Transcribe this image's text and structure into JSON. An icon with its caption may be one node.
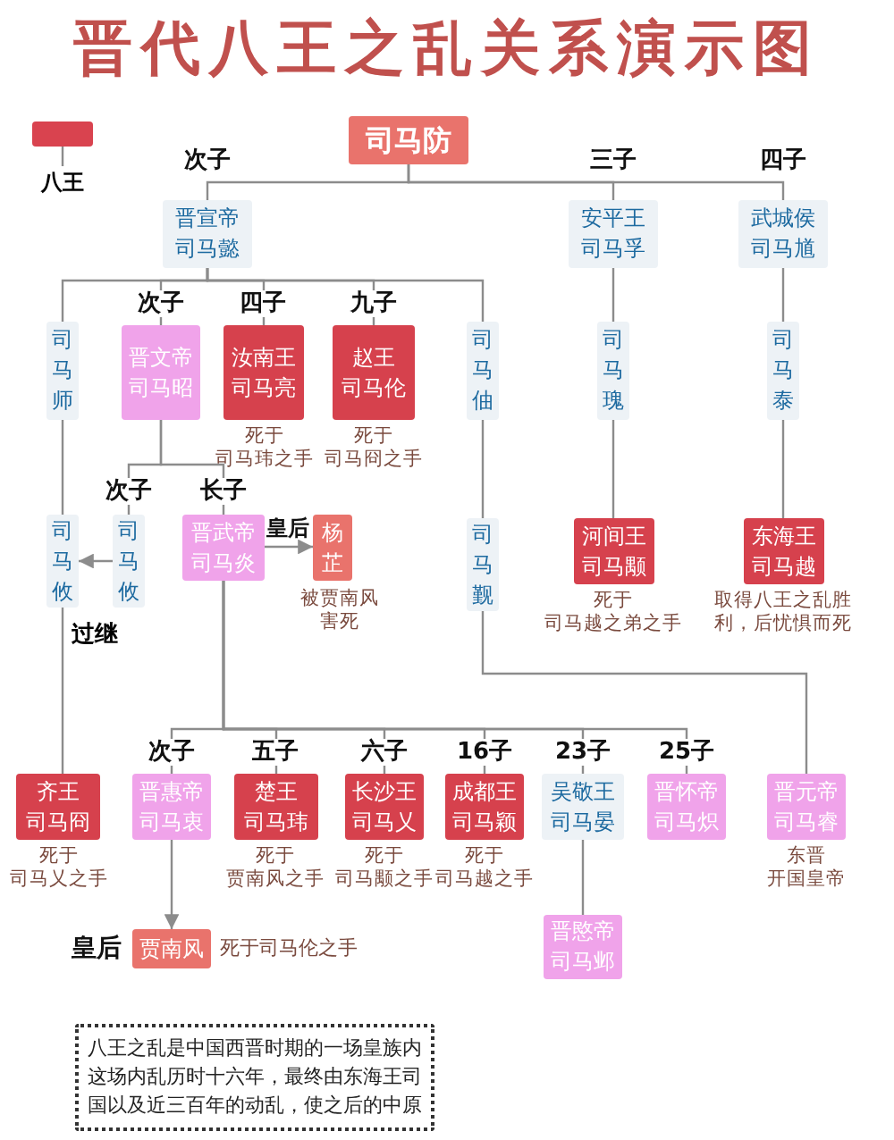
{
  "diagram": {
    "title": "晋代八王之乱关系演示图",
    "nodes": [
      {
        "text": [
          "司马防"
        ]
      },
      {
        "text": [
          "晋宣帝司马懿"
        ]
      },
      {
        "text": [
          "安平王司马孚"
        ]
      },
      {
        "text": [
          "武城侯司马馗"
        ]
      },
      {
        "text": [
          "司马师"
        ]
      },
      {
        "text": [
          "晋文帝司马昭"
        ]
      },
      {
        "text": [
          "汝南王司马亮"
        ],
        "beside": [
          "死于司马玮之手"
        ]
      },
      {
        "text": [
          "赵王司马伦"
        ],
        "beside": [
          "死于司马冏之手"
        ]
      },
      {
        "text": [
          "司马伷"
        ]
      },
      {
        "text": [
          "司马瑰"
        ]
      },
      {
        "text": [
          "司马泰"
        ]
      },
      {
        "text": [
          "司马攸"
        ]
      },
      {
        "text": [
          "司马攸"
        ]
      },
      {
        "text": [
          "晋武帝司马炎"
        ]
      },
      {
        "text": [
          "杨芷"
        ],
        "beside": [
          "被贾南风害死"
        ]
      },
      {
        "text": [
          "司马觐"
        ]
      },
      {
        "text": [
          "河间王司马颙"
        ],
        "beside": [
          "死于司马越之弟之手"
        ]
      },
      {
        "text": [
          "东海王司马越"
        ],
        "beside": [
          "取得八王之乱胜利，后忧惧而死"
        ]
      },
      {
        "text": [
          "齐王司马冏"
        ],
        "beside": [
          "死于司马乂之手"
        ]
      },
      {
        "text": [
          "晋惠帝司马衷"
        ]
      },
      {
        "text": [
          "楚王司马玮"
        ],
        "beside": [
          "死于贾南风之手"
        ]
      },
      {
        "text": [
          "长沙王司马乂"
        ],
        "beside": [
          "死于司马颙之手"
        ]
      },
      {
        "text": [
          "成都王司马颖"
        ],
        "beside": [
          "死于司马越之手"
        ]
      },
      {
        "text": [
          "吴敬王司马晏"
        ]
      },
      {
        "text": [
          "晋怀帝司马炽"
        ]
      },
      {
        "text": [
          "晋元帝司马睿"
        ],
        "beside": [
          "东晋开国皇帝"
        ]
      },
      {
        "text": [
          "贾南风"
        ],
        "beside": [
          "皇后",
          "死于司马伦之手"
        ]
      },
      {
        "text": [
          "晋愍帝司马邺"
        ]
      },
      {
        "text": [
          "八王之乱是中国西晋时期的一场皇族内这场内乱历时十六年，最终由东海王司国以及近三百年的动乱，使之后的中原"
        ]
      }
    ],
    "edges": [
      {
        "from": 0,
        "to": 1,
        "arrow": "none",
        "label": "次子"
      },
      {
        "from": 0,
        "to": 2,
        "arrow": "none",
        "label": "三子"
      },
      {
        "from": 0,
        "to": 3,
        "arrow": "none",
        "label": "四子"
      },
      {
        "from": 1,
        "to": 4,
        "arrow": "none"
      },
      {
        "from": 1,
        "to": 5,
        "arrow": "none",
        "label": "次子"
      },
      {
        "from": 1,
        "to": 6,
        "arrow": "none",
        "label": "四子"
      },
      {
        "from": 1,
        "to": 7,
        "arrow": "none",
        "label": "九子"
      },
      {
        "from": 1,
        "to": 8,
        "arrow": "none"
      },
      {
        "from": 2,
        "to": 9,
        "arrow": "none"
      },
      {
        "from": 3,
        "to": 10,
        "arrow": "none"
      },
      {
        "from": 5,
        "to": 12,
        "arrow": "none",
        "label": "次子"
      },
      {
        "from": 5,
        "to": 13,
        "arrow": "none",
        "label": "长子"
      },
      {
        "from": 12,
        "to": 11,
        "arrow": "to"
      },
      {
        "from": 13,
        "to": 14,
        "arrow": "to",
        "label": "皇后"
      },
      {
        "from": 4,
        "to": 11,
        "arrow": "none"
      },
      {
        "from": 8,
        "to": 15,
        "arrow": "none"
      },
      {
        "from": 9,
        "to": 16,
        "arrow": "none"
      },
      {
        "from": 10,
        "to": 17,
        "arrow": "none"
      },
      {
        "from": 11,
        "to": 18,
        "arrow": "none"
      },
      {
        "from": 13,
        "to": 19,
        "arrow": "none",
        "label": "次子"
      },
      {
        "from": 13,
        "to": 20,
        "arrow": "none",
        "label": "五子"
      },
      {
        "from": 13,
        "to": 21,
        "arrow": "none",
        "label": "六子"
      },
      {
        "from": 13,
        "to": 22,
        "arrow": "none",
        "label": "16子"
      },
      {
        "from": 13,
        "to": 23,
        "arrow": "none",
        "label": "23子"
      },
      {
        "from": 13,
        "to": 24,
        "arrow": "none",
        "label": "25子"
      },
      {
        "from": 15,
        "to": 25,
        "arrow": "none"
      },
      {
        "from": 19,
        "to": 26,
        "arrow": "to"
      },
      {
        "from": 23,
        "to": 27,
        "arrow": "none"
      }
    ],
    "labels": [
      "过继"
    ],
    "legend": [
      {
        "text": "八王",
        "color": "#d9434f"
      }
    ]
  }
}
